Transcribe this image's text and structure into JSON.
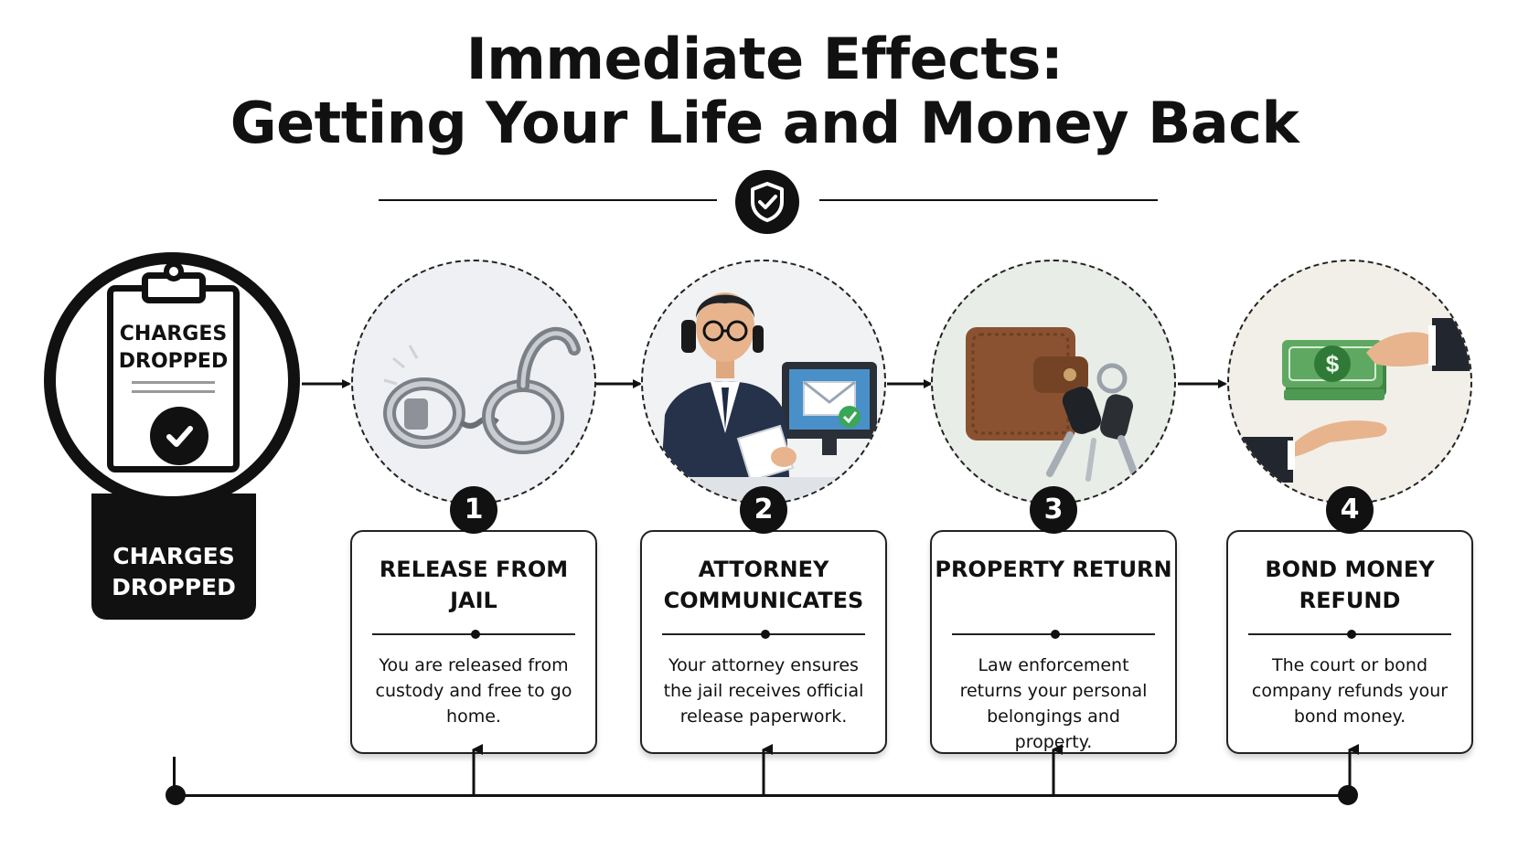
{
  "title": {
    "line1": "Immediate Effects:",
    "line2": "Getting Your Life and Money Back"
  },
  "header_icon": "shield-check-icon",
  "start": {
    "clipboard_label": "CHARGES DROPPED",
    "label": "CHARGES DROPPED",
    "icon": "clipboard-check-icon"
  },
  "steps": [
    {
      "number": "1",
      "title": "RELEASE FROM JAIL",
      "description": "You are released from custody and free to go home.",
      "icon": "handcuffs-icon"
    },
    {
      "number": "2",
      "title": "ATTORNEY COMMUNICATES",
      "description": "Your attorney ensures the jail receives official release paperwork.",
      "icon": "attorney-phone-icon"
    },
    {
      "number": "3",
      "title": "PROPERTY RETURN",
      "description": "Law enforcement returns your personal belongings and property.",
      "icon": "wallet-keys-icon"
    },
    {
      "number": "4",
      "title": "BOND MONEY REFUND",
      "description": "The court or bond company refunds your bond money.",
      "icon": "money-refund-icon"
    }
  ],
  "colors": {
    "ink": "#111111",
    "cash_green": "#4f9a52",
    "check_green": "#3aa657",
    "wallet_brown": "#8a5230",
    "suit_navy": "#25324a",
    "skin": "#e7b48d"
  }
}
